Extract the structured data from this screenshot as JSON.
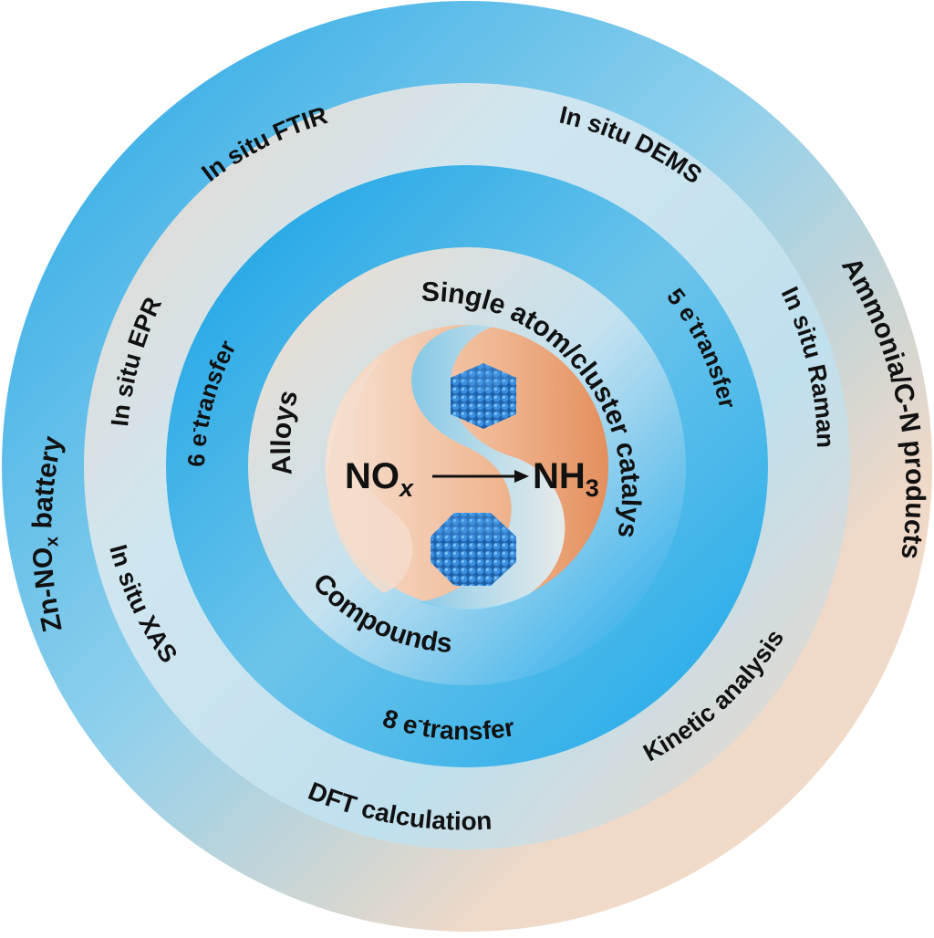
{
  "center": {
    "reactant": "NO",
    "reactant_sub": "x",
    "product": "NH",
    "product_sub": "3",
    "particle_top_icon": "nanocluster-cube-icon",
    "particle_bottom_icon": "nanocluster-octahedron-icon"
  },
  "ring_catalysts": {
    "single_atom": "Single atom/cluster catalysts",
    "alloys": "Alloys",
    "compounds": "Compounds"
  },
  "ring_electron_transfer": {
    "six_e": {
      "num": "6 e",
      "sup": "-",
      "rest": "transfer"
    },
    "five_e": {
      "num": "5 e",
      "sup": "-",
      "rest": "transfer"
    },
    "eight_e": {
      "num": "8 e",
      "sup": "-",
      "rest": "transfer"
    }
  },
  "ring_characterization": {
    "ftir": "In situ FTIR",
    "dems": "In situ DEMS",
    "epr": "In situ EPR",
    "raman": "In situ Raman",
    "xas": "In situ XAS",
    "kinetic": "Kinetic analysis"
  },
  "ring_outer": {
    "zn_battery_a": "Zn-NO",
    "zn_battery_sub": "x",
    "zn_battery_b": " battery",
    "ammonia": "Ammonia/C-N products",
    "dft": "DFT calculation"
  },
  "colors": {
    "blue": "#1aa3e8",
    "light_blue": "#9fd6ee",
    "peach": "#f3d8c3",
    "orange": "#e79a6c",
    "particle": "#2a7fd0"
  }
}
